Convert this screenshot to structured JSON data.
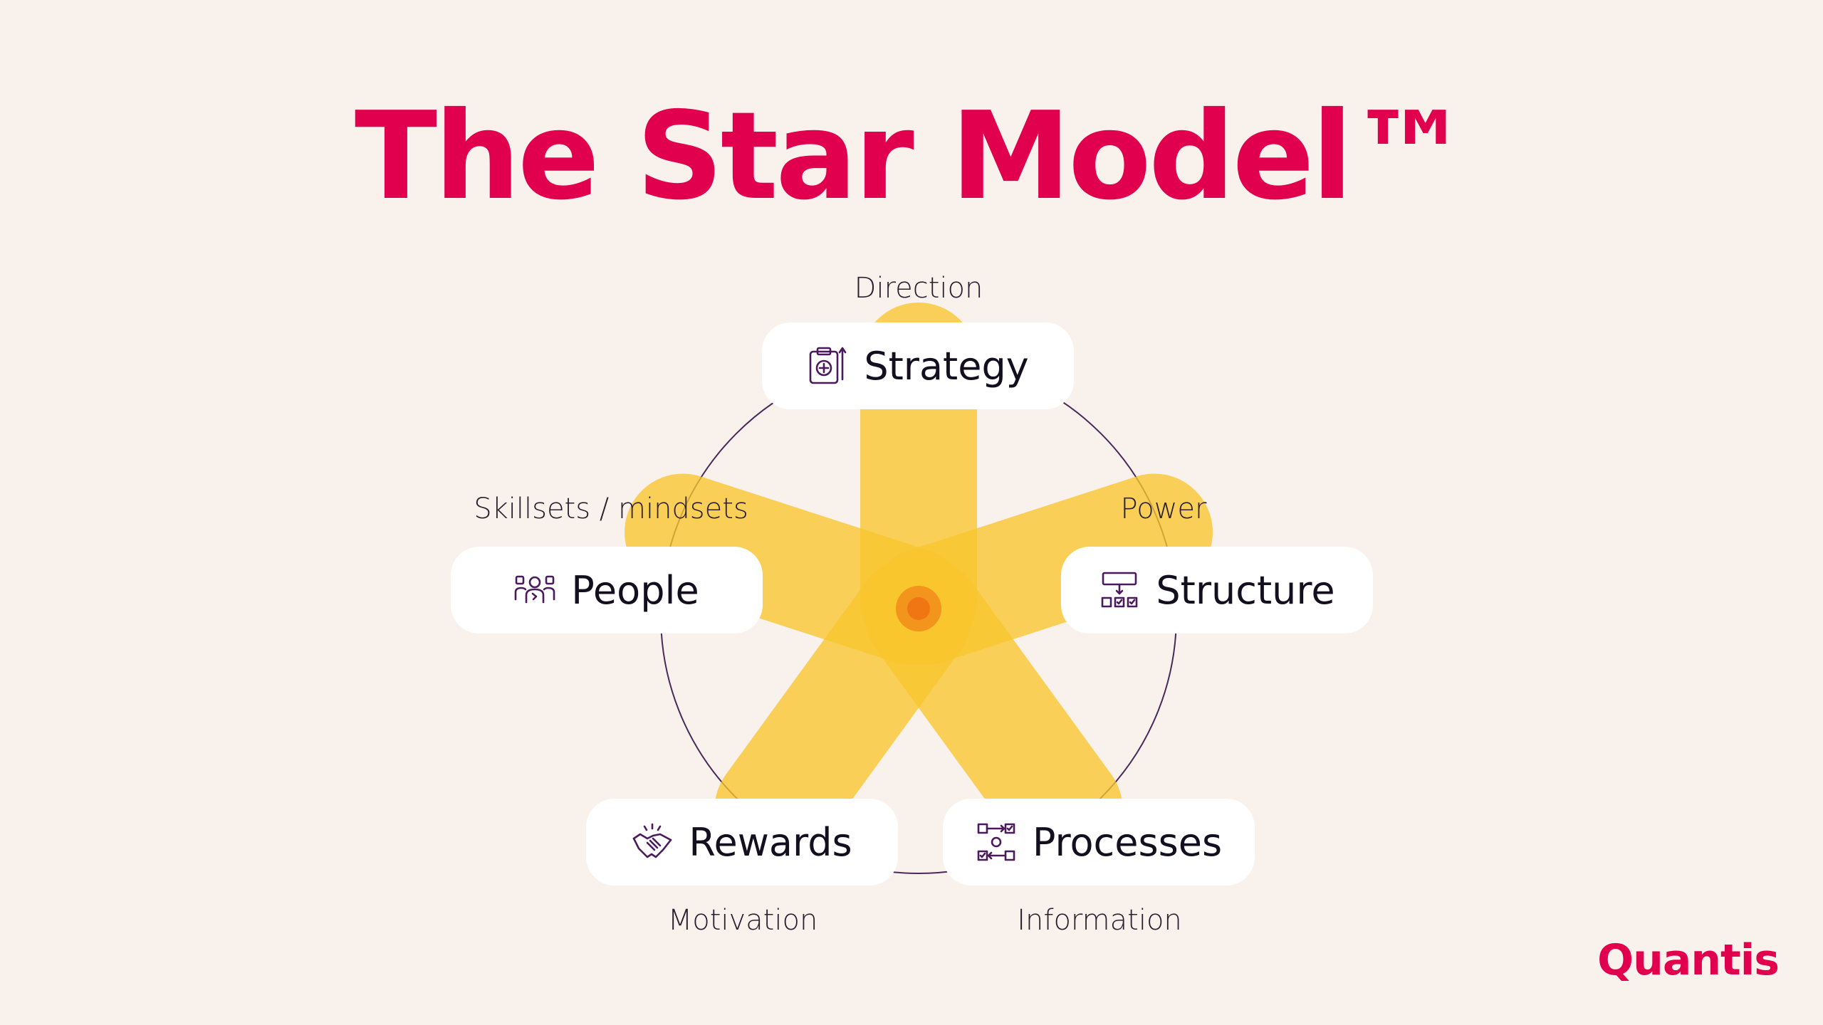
{
  "title": "The Star Model™",
  "colors": {
    "background": "#f9f1ec",
    "title": "#e0004d",
    "star_arm": "#f8c52e",
    "star_center": "#f28a10",
    "circle_line": "#4a2a5a",
    "icon": "#4a1a5c",
    "logo": "#e0004d"
  },
  "nodes": {
    "strategy": {
      "label": "Strategy",
      "icon": "clipboard-target-icon",
      "caption": "Direction"
    },
    "structure": {
      "label": "Structure",
      "icon": "org-chart-icon",
      "caption": "Power"
    },
    "processes": {
      "label": "Processes",
      "icon": "process-flow-icon",
      "caption": "Information"
    },
    "rewards": {
      "label": "Rewards",
      "icon": "handshake-icon",
      "caption": "Motivation"
    },
    "people": {
      "label": "People",
      "icon": "team-icon",
      "caption": "Skillsets / mindsets"
    }
  },
  "logo": {
    "text": "Quantis"
  }
}
